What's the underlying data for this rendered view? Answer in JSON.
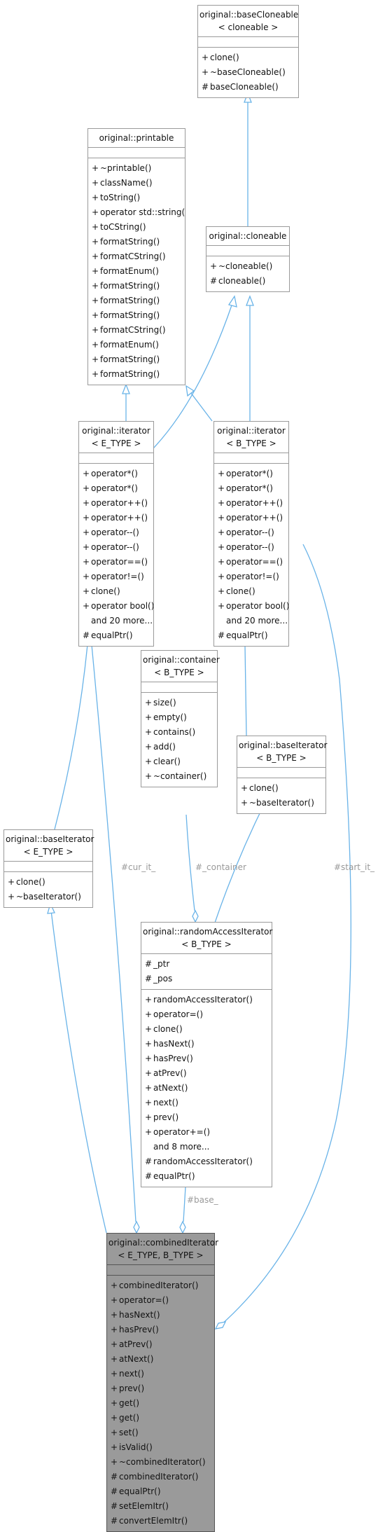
{
  "nodes": {
    "baseCloneable": {
      "title": [
        "original::baseCloneable",
        "< cloneable >"
      ],
      "attrs": [],
      "methods": [
        {
          "vis": "+",
          "name": "clone()"
        },
        {
          "vis": "+",
          "name": "~baseCloneable()"
        },
        {
          "vis": "#",
          "name": "baseCloneable()"
        }
      ]
    },
    "printable": {
      "title": [
        "original::printable"
      ],
      "attrs": [],
      "methods": [
        {
          "vis": "+",
          "name": "~printable()"
        },
        {
          "vis": "+",
          "name": "className()"
        },
        {
          "vis": "+",
          "name": "toString()"
        },
        {
          "vis": "+",
          "name": "operator std::string()"
        },
        {
          "vis": "+",
          "name": "toCString()"
        },
        {
          "vis": "+",
          "name": "formatString()"
        },
        {
          "vis": "+",
          "name": "formatCString()"
        },
        {
          "vis": "+",
          "name": "formatEnum()"
        },
        {
          "vis": "+",
          "name": "formatString()"
        },
        {
          "vis": "+",
          "name": "formatString()"
        },
        {
          "vis": "+",
          "name": "formatString()"
        },
        {
          "vis": "+",
          "name": "formatCString()"
        },
        {
          "vis": "+",
          "name": "formatEnum()"
        },
        {
          "vis": "+",
          "name": "formatString()"
        },
        {
          "vis": "+",
          "name": "formatString()"
        }
      ]
    },
    "cloneable": {
      "title": [
        "original::cloneable"
      ],
      "attrs": [],
      "methods": [
        {
          "vis": "+",
          "name": "~cloneable()"
        },
        {
          "vis": "#",
          "name": "cloneable()"
        }
      ]
    },
    "iteratorE": {
      "title": [
        "original::iterator",
        "< E_TYPE >"
      ],
      "attrs": [],
      "methods": [
        {
          "vis": "+",
          "name": "operator*()"
        },
        {
          "vis": "+",
          "name": "operator*()"
        },
        {
          "vis": "+",
          "name": "operator++()"
        },
        {
          "vis": "+",
          "name": "operator++()"
        },
        {
          "vis": "+",
          "name": "operator--()"
        },
        {
          "vis": "+",
          "name": "operator--()"
        },
        {
          "vis": "+",
          "name": "operator==()"
        },
        {
          "vis": "+",
          "name": "operator!=()"
        },
        {
          "vis": "+",
          "name": "clone()"
        },
        {
          "vis": "+",
          "name": "operator bool()"
        },
        {
          "vis": "",
          "name": "and 20 more..."
        },
        {
          "vis": "#",
          "name": "equalPtr()"
        }
      ]
    },
    "iteratorB": {
      "title": [
        "original::iterator",
        "< B_TYPE >"
      ],
      "attrs": [],
      "methods": [
        {
          "vis": "+",
          "name": "operator*()"
        },
        {
          "vis": "+",
          "name": "operator*()"
        },
        {
          "vis": "+",
          "name": "operator++()"
        },
        {
          "vis": "+",
          "name": "operator++()"
        },
        {
          "vis": "+",
          "name": "operator--()"
        },
        {
          "vis": "+",
          "name": "operator--()"
        },
        {
          "vis": "+",
          "name": "operator==()"
        },
        {
          "vis": "+",
          "name": "operator!=()"
        },
        {
          "vis": "+",
          "name": "clone()"
        },
        {
          "vis": "+",
          "name": "operator bool()"
        },
        {
          "vis": "",
          "name": "and 20 more..."
        },
        {
          "vis": "#",
          "name": "equalPtr()"
        }
      ]
    },
    "container": {
      "title": [
        "original::container",
        "< B_TYPE >"
      ],
      "attrs": [],
      "methods": [
        {
          "vis": "+",
          "name": "size()"
        },
        {
          "vis": "+",
          "name": "empty()"
        },
        {
          "vis": "+",
          "name": "contains()"
        },
        {
          "vis": "+",
          "name": "add()"
        },
        {
          "vis": "+",
          "name": "clear()"
        },
        {
          "vis": "+",
          "name": "~container()"
        }
      ]
    },
    "baseIteratorB": {
      "title": [
        "original::baseIterator",
        "< B_TYPE >"
      ],
      "attrs": [],
      "methods": [
        {
          "vis": "+",
          "name": "clone()"
        },
        {
          "vis": "+",
          "name": "~baseIterator()"
        }
      ]
    },
    "baseIteratorE": {
      "title": [
        "original::baseIterator",
        "< E_TYPE >"
      ],
      "attrs": [],
      "methods": [
        {
          "vis": "+",
          "name": "clone()"
        },
        {
          "vis": "+",
          "name": "~baseIterator()"
        }
      ]
    },
    "randomAccessIterator": {
      "title": [
        "original::randomAccessIterator",
        "< B_TYPE >"
      ],
      "attrs": [
        {
          "vis": "#",
          "name": "_ptr"
        },
        {
          "vis": "#",
          "name": "_pos"
        }
      ],
      "methods": [
        {
          "vis": "+",
          "name": "randomAccessIterator()"
        },
        {
          "vis": "+",
          "name": "operator=()"
        },
        {
          "vis": "+",
          "name": "clone()"
        },
        {
          "vis": "+",
          "name": "hasNext()"
        },
        {
          "vis": "+",
          "name": "hasPrev()"
        },
        {
          "vis": "+",
          "name": "atPrev()"
        },
        {
          "vis": "+",
          "name": "atNext()"
        },
        {
          "vis": "+",
          "name": "next()"
        },
        {
          "vis": "+",
          "name": "prev()"
        },
        {
          "vis": "+",
          "name": "operator+=()"
        },
        {
          "vis": "",
          "name": "and 8 more..."
        },
        {
          "vis": "#",
          "name": "randomAccessIterator()"
        },
        {
          "vis": "#",
          "name": "equalPtr()"
        }
      ]
    },
    "combinedIterator": {
      "title": [
        "original::combinedIterator",
        "< E_TYPE, B_TYPE >"
      ],
      "attrs": [],
      "methods": [
        {
          "vis": "+",
          "name": "combinedIterator()"
        },
        {
          "vis": "+",
          "name": "operator=()"
        },
        {
          "vis": "+",
          "name": "hasNext()"
        },
        {
          "vis": "+",
          "name": "hasPrev()"
        },
        {
          "vis": "+",
          "name": "atPrev()"
        },
        {
          "vis": "+",
          "name": "atNext()"
        },
        {
          "vis": "+",
          "name": "next()"
        },
        {
          "vis": "+",
          "name": "prev()"
        },
        {
          "vis": "+",
          "name": "get()"
        },
        {
          "vis": "+",
          "name": "get()"
        },
        {
          "vis": "+",
          "name": "set()"
        },
        {
          "vis": "+",
          "name": "isValid()"
        },
        {
          "vis": "+",
          "name": "~combinedIterator()"
        },
        {
          "vis": "#",
          "name": "combinedIterator()"
        },
        {
          "vis": "#",
          "name": "equalPtr()"
        },
        {
          "vis": "#",
          "name": "setElemItr()"
        },
        {
          "vis": "#",
          "name": "convertElemItr()"
        }
      ]
    }
  },
  "edge_labels": {
    "cur_it": "#cur_it_",
    "container": "#_container",
    "start_it": "#start_it_",
    "base": "#base_"
  },
  "colors": {
    "edge": "#69b3e8",
    "border": "#9a9a9a",
    "highlight_fill": "#9a9a9a"
  }
}
